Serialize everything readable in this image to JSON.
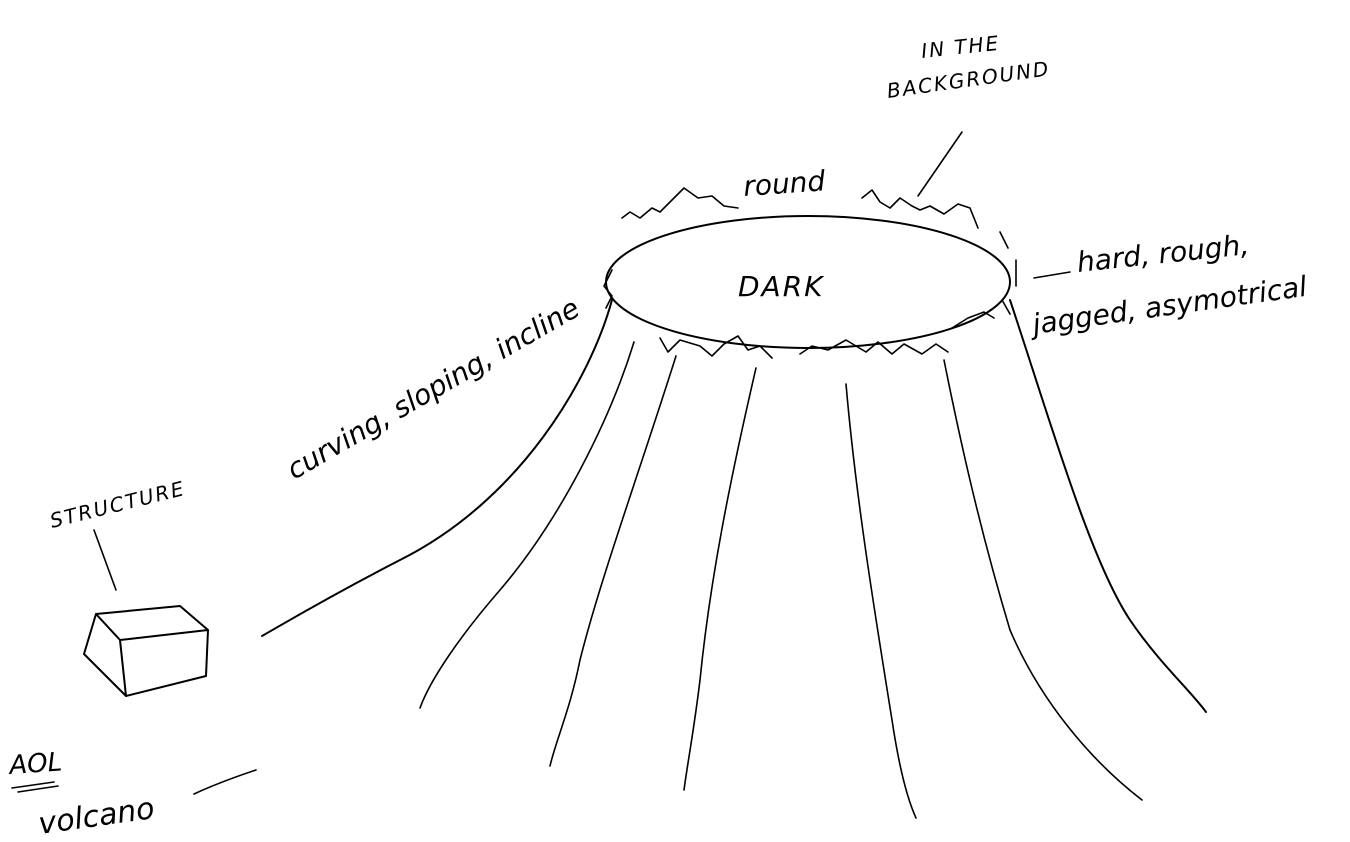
{
  "labels": {
    "in_the_background_line1": "IN THE",
    "in_the_background_line2": "BACKGROUND",
    "round": "round",
    "dark": "DARK",
    "hard_rough": "hard, rough,",
    "jagged_asymmetrical": "jagged, asymotrical",
    "curving_sloping_incline": "curving, sloping, incline",
    "structure": "STRUCTURE",
    "aol": "AOL",
    "volcano": "volcano"
  },
  "colors": {
    "ink": "#000000",
    "paper": "#ffffff"
  }
}
